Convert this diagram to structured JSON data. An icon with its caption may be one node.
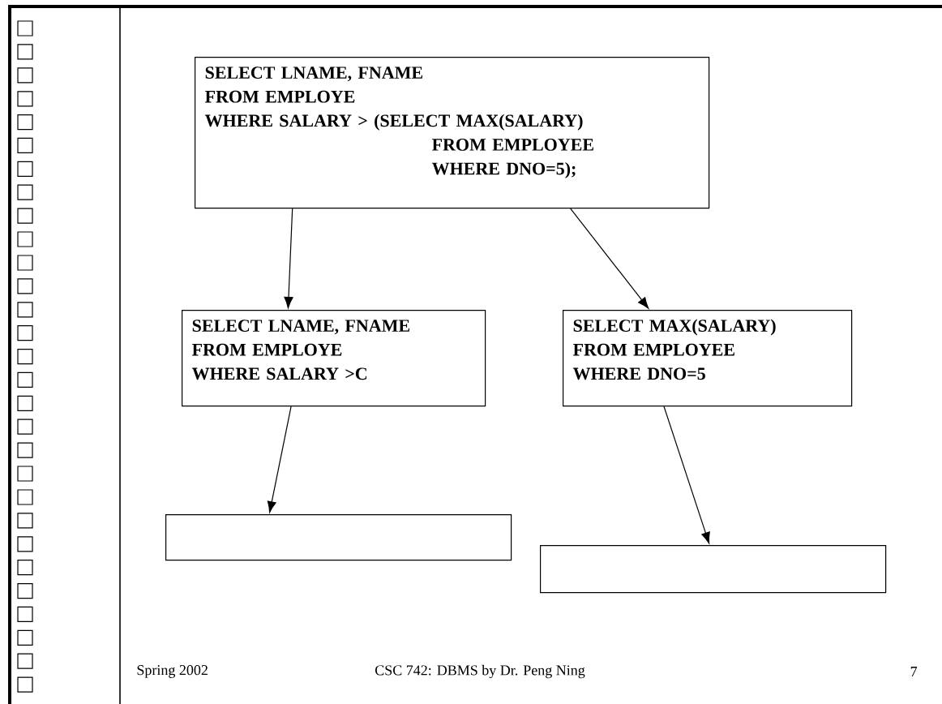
{
  "diagram": {
    "nodes": [
      {
        "text": [
          "SELECT LNAME, FNAME",
          "FROM EMPLOYE",
          "WHERE SALARY > (SELECT MAX(SALARY)",
          "FROM EMPLOYEE",
          "WHERE DNO=5);"
        ]
      },
      {
        "text": [
          "SELECT LNAME, FNAME",
          "FROM EMPLOYE",
          "WHERE SALARY >C"
        ]
      },
      {
        "text": [
          "SELECT MAX(SALARY)",
          "FROM EMPLOYEE",
          "WHERE DNO=5"
        ]
      },
      {
        "text": [],
        "shape": "box"
      },
      {
        "text": [],
        "shape": "box"
      }
    ],
    "edges": [
      {
        "from": 0,
        "to": 1,
        "arrow": "to"
      },
      {
        "from": 0,
        "to": 2,
        "arrow": "to"
      },
      {
        "from": 1,
        "to": 3,
        "arrow": "to"
      },
      {
        "from": 2,
        "to": 4,
        "arrow": "to"
      }
    ],
    "labels": [
      "Spring 2002",
      "CSC 742: DBMS by Dr. Peng Ning",
      "7"
    ]
  }
}
